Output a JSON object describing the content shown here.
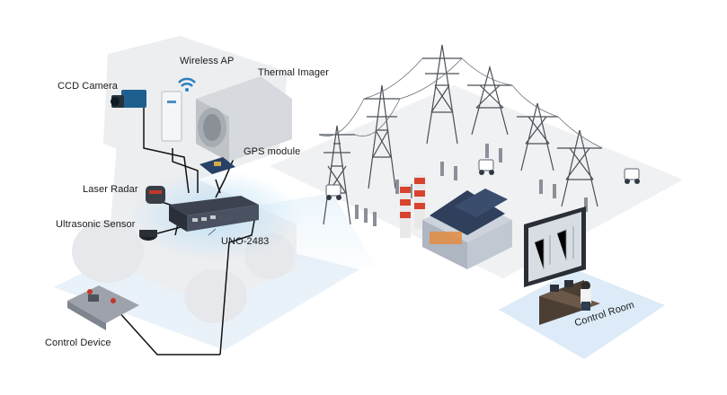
{
  "labels": {
    "ccd_camera": "CCD Camera",
    "wireless_ap": "Wireless AP",
    "thermal_imager": "Thermal Imager",
    "gps_module": "GPS module",
    "laser_radar": "Laser Radar",
    "ultrasonic_sensor": "Ultrasonic Sensor",
    "uno_2483": "UNO-2483",
    "control_device": "Control Device",
    "control_room": "Control Room"
  },
  "colors": {
    "floor_gray": "#eef0f2",
    "robot_body": "#eceef0",
    "glow_blue": "#cfe6f7",
    "cable": "#111111",
    "chimney_red": "#d8432f",
    "building_navy": "#2f3f5c",
    "room_blue": "#dcebf7"
  }
}
